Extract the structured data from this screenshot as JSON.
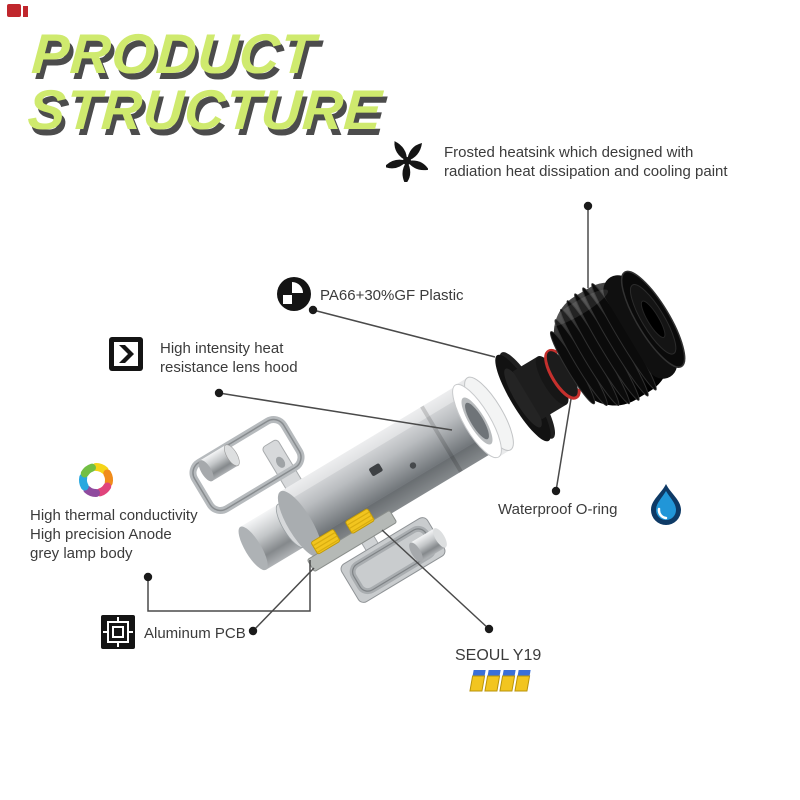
{
  "watermark": {
    "color": "#c0272d"
  },
  "title": {
    "line1": "PRODUCT",
    "line2": "STRUCTURE",
    "color": "#cfea6e",
    "shadow": "#4c4c4c"
  },
  "callouts": {
    "heatsink": {
      "icon": "pinwheel-fan-icon",
      "lines": [
        "Frosted heatsink which designed with",
        "radiation heat dissipation and cooling paint"
      ]
    },
    "pa66": {
      "icon": "plastic-badge-icon",
      "lines": [
        "PA66+30%GF Plastic"
      ]
    },
    "lens_hood": {
      "icon": "lens-hood-icon",
      "lines": [
        "High intensity heat",
        "resistance lens hood"
      ]
    },
    "lamp_body": {
      "icon": "cmyk-swirl-icon",
      "lines": [
        "High thermal conductivity",
        "High precision Anode",
        "grey lamp body"
      ]
    },
    "pcb": {
      "icon": "ornament-pcb-icon",
      "lines": [
        "Aluminum PCB"
      ]
    },
    "led": {
      "icon": "led-chips-icon",
      "lines": [
        "SEOUL Y19"
      ]
    },
    "oring": {
      "icon": "water-drop-icon",
      "lines": [
        "Waterproof O-ring"
      ]
    }
  },
  "colors": {
    "accent_green": "#cfea6e",
    "oring_red": "#c5302d",
    "led_yellow": "#f2c51f",
    "drop_blue": "#2196d8",
    "text": "#3b3b3b"
  }
}
